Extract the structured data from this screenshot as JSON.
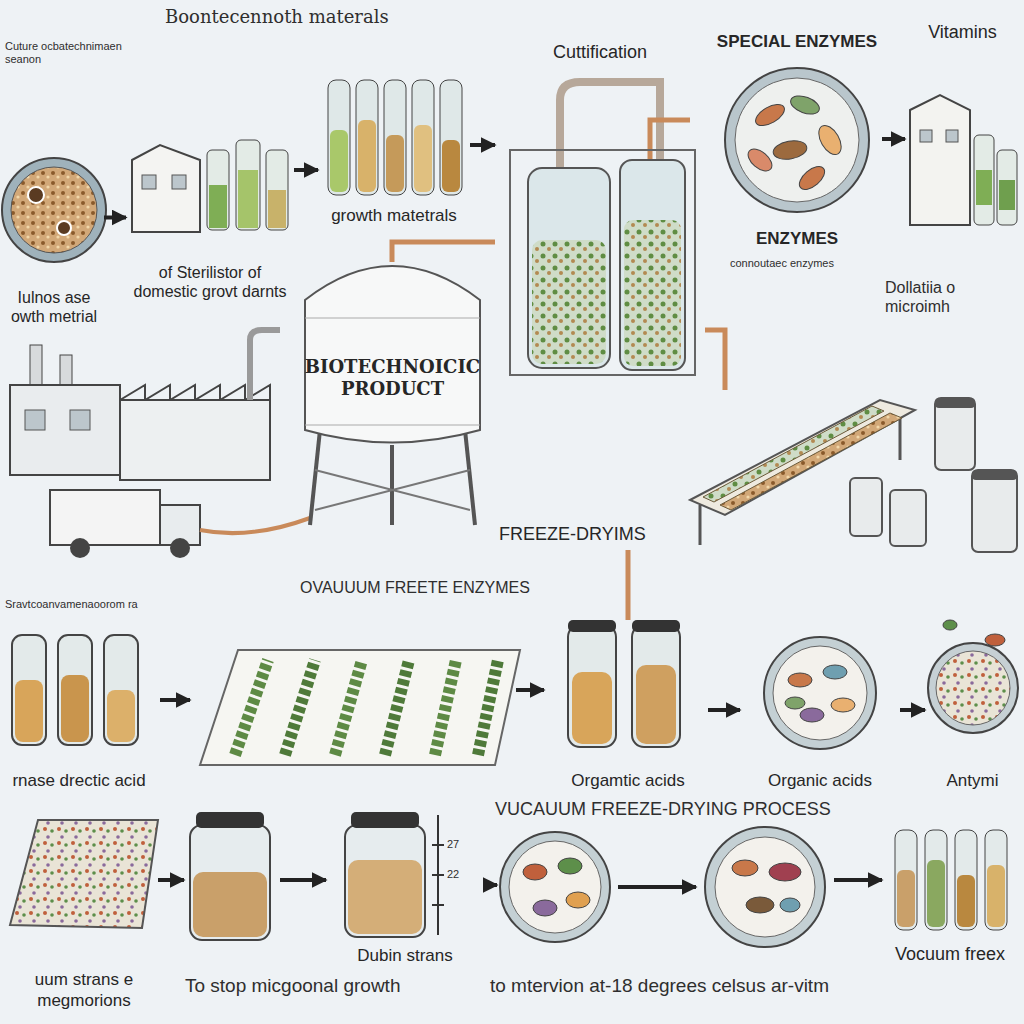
{
  "diagram": {
    "nodes": [
      {
        "text": [
          "Iulnos ase owth metrial"
        ]
      },
      {
        "text": [
          "of Sterilistor of domestic grovt darnts"
        ]
      },
      {
        "text": [
          "growth matetrals"
        ]
      },
      {
        "text": [
          "SPECIAL ENZYMES",
          "ENZYMES"
        ]
      },
      {
        "text": [
          "Vitamins"
        ]
      },
      {
        "text": [
          "BIOTECHNOICIC PRODUCT"
        ]
      },
      {
        "text": [
          "Cuttification"
        ]
      },
      {
        "text": [
          "FREEZE-DRYIMS"
        ]
      },
      {
        "text": [
          "rnase drectic acid"
        ]
      },
      {
        "text": [
          "Orgamtic acids"
        ]
      },
      {
        "text": [
          "Organic acids"
        ]
      },
      {
        "text": [
          "Antymi"
        ]
      },
      {
        "text": [
          "uum strans e megmorions"
        ]
      },
      {
        "text": [
          "Dubin strans"
        ]
      },
      {
        "text": [
          "Vocuum freex"
        ]
      }
    ],
    "edges": [
      {
        "from": 0,
        "to": 1,
        "arrow": "to"
      },
      {
        "from": 1,
        "to": 2,
        "arrow": "to"
      },
      {
        "from": 2,
        "to": 6,
        "arrow": "to"
      },
      {
        "from": 3,
        "to": 4,
        "arrow": "to"
      },
      {
        "from": 5,
        "to": 6,
        "arrow": "none"
      },
      {
        "from": 6,
        "to": 7,
        "arrow": "none"
      },
      {
        "from": 7,
        "to": 9,
        "arrow": "none"
      },
      {
        "from": 9,
        "to": 10,
        "arrow": "to"
      },
      {
        "from": 10,
        "to": 11,
        "arrow": "to"
      }
    ],
    "labels": [
      "Cuture ocbatechnimaen seanon",
      "Boontecennoth materals",
      "connoutaec enzymes",
      "Dollatiia o microimh",
      "OVAUUUM FREETE ENZYMES",
      "Sravtcoanvamenaoorom ra",
      "27",
      "22",
      "VUCAUUM FREEZE-DRYING PROCESS",
      "To stop micgoonal growth",
      "to mtervion at-18 degrees celsus ar-vitm"
    ]
  }
}
